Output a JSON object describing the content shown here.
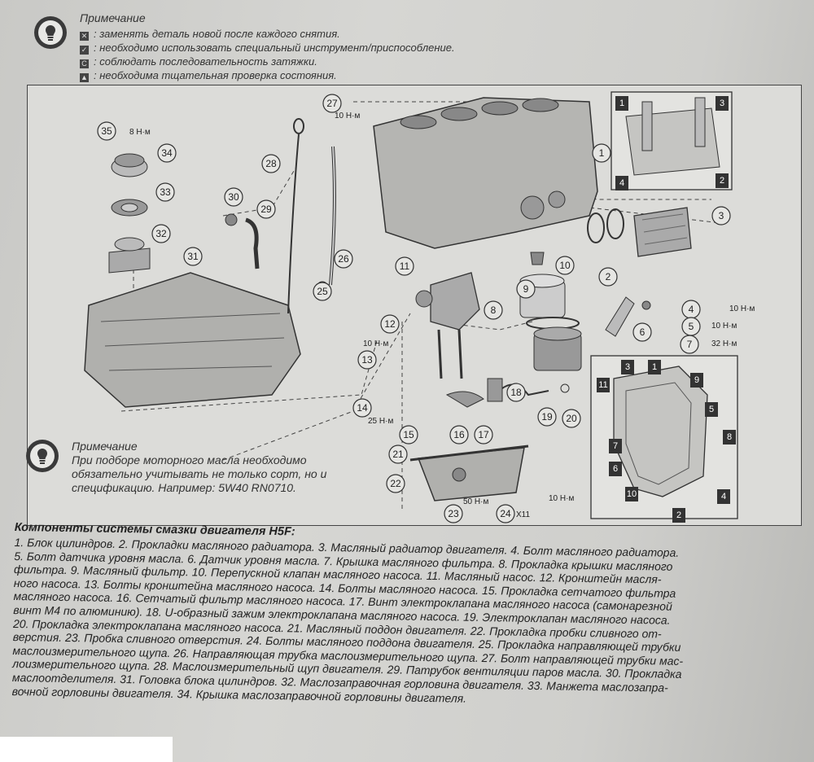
{
  "top_note": {
    "title": "Примечание",
    "lines": [
      ": заменять деталь новой после каждого снятия.",
      ": необходимо использовать специальный инструмент/приспособление.",
      ": соблюдать последовательность затяжки.",
      ": необходима тщательная проверка состояния."
    ]
  },
  "diagram": {
    "callouts": [
      "1",
      "2",
      "3",
      "4",
      "5",
      "6",
      "7",
      "8",
      "9",
      "10",
      "11",
      "12",
      "13",
      "14",
      "15",
      "16",
      "17",
      "18",
      "19",
      "20",
      "21",
      "22",
      "23",
      "24",
      "25",
      "26",
      "27",
      "28",
      "29",
      "30",
      "31",
      "32",
      "33",
      "34",
      "35"
    ],
    "torques": [
      "8 Н·м",
      "10 Н·м",
      "10 Н·м",
      "10 Н·м",
      "32 Н·м",
      "10 Н·м",
      "25 Н·м",
      "50 Н·м",
      "10 Н·м"
    ],
    "x11": "X11",
    "radiator_bolt_order": [
      "1",
      "3",
      "4",
      "2"
    ],
    "sump_bolt_order": [
      "3",
      "1",
      "9",
      "11",
      "5",
      "8",
      "7",
      "6",
      "10",
      "2",
      "4"
    ]
  },
  "bottom_note": {
    "title": "Примечание",
    "lines": [
      "При подборе моторного масла необходимо",
      "обязательно учитывать не только сорт, но и",
      "спецификацию. Например: 5W40 RN0710."
    ]
  },
  "legend": {
    "title": "Компоненты системы смазки двигателя H5F:",
    "lines": [
      "1. Блок цилиндров. 2. Прокладки масляного радиатора. 3. Масляный радиатор двигателя. 4. Болт масляного радиатора.",
      "5. Болт датчика уровня масла. 6. Датчик уровня масла. 7. Крышка масляного фильтра. 8. Прокладка крышки масляного",
      "фильтра. 9. Масляный фильтр. 10. Перепускной клапан масляного насоса. 11. Масляный насос. 12. Кронштейн масля-",
      "ного насоса. 13. Болты кронштейна масляного насоса. 14. Болты масляного насоса. 15. Прокладка сетчатого фильтра",
      "масляного насоса. 16. Сетчатый фильтр масляного насоса. 17. Винт электроклапана масляного насоса (самонарезной",
      "винт М4 по алюминию). 18. U-образный зажим электроклапана масляного насоса. 19. Электроклапан масляного насоса.",
      "20. Прокладка электроклапана масляного насоса. 21. Масляный поддон двигателя. 22. Прокладка пробки сливного от-",
      "верстия. 23. Пробка сливного отверстия. 24. Болты масляного поддона двигателя. 25. Прокладка направляющей трубки",
      "маслоизмерительного щупа. 26. Направляющая трубка маслоизмерительного щупа. 27. Болт направляющей трубки мас-",
      "лоизмерительного щупа. 28. Маслоизмерительный щуп двигателя. 29. Патрубок вентиляции паров масла. 30. Прокладка",
      "маслоотделителя. 31. Головка блока цилиндров. 32. Маслозаправочная горловина двигателя. 33. Манжета маслозапра-",
      "вочной горловины двигателя. 34. Крышка маслозаправочной горловины двигателя."
    ]
  }
}
